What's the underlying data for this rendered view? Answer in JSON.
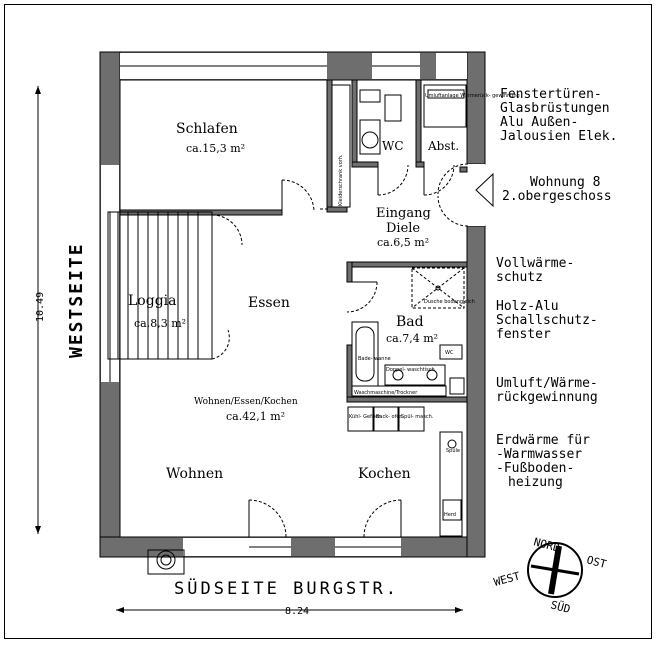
{
  "rooms": {
    "schlafen": {
      "name": "Schlafen",
      "area": "ca.15,3 m²"
    },
    "eingang": {
      "name1": "Eingang",
      "name2": "Diele",
      "area": "ca.6,5 m²"
    },
    "loggia": {
      "name": "Loggia",
      "area": "ca.8,3 m²"
    },
    "essen": {
      "name": "Essen"
    },
    "bad": {
      "name": "Bad",
      "area": "ca.7,4 m²"
    },
    "wohnen_combo": {
      "name": "Wohnen/Essen/Kochen",
      "area": "ca.42,1 m²"
    },
    "wohnen": {
      "name": "Wohnen"
    },
    "kochen": {
      "name": "Kochen"
    },
    "wc": {
      "name": "WC"
    },
    "abst": {
      "name": "Abst."
    }
  },
  "small_labels": {
    "kleiderschrank": "Kleiderschrank vorh.",
    "umluft_box": "Umluftanlage Wärmerück- gewinnung",
    "duschbodengleich": "Dusche bodengleich",
    "badewanne": "Bade- wanne",
    "bad_wc": "WC",
    "waschtisch": "Doppel- waschtisch",
    "waschmaschine": "Waschmaschine/Trockner",
    "kuehl": "Kühl- Gefrier",
    "back": "Back- ofen",
    "spuel": "Spül- masch.",
    "herd": "Herd",
    "spuele": "Spüle"
  },
  "dimensions": {
    "width": "8.24",
    "height": "10.49"
  },
  "sides": {
    "west": "WESTSEITE",
    "south": "SÜDSEITE BURGSTR."
  },
  "apartment": {
    "line1": "Wohnung 8",
    "line2": "2.obergeschoss"
  },
  "features": [
    [
      "Fenstertüren-",
      "Glasbrüstungen",
      "Alu Außen-",
      "Jalousien Elek."
    ],
    [
      "Vollwärme-",
      "schutz"
    ],
    [
      "Holz-Alu",
      "Schallschutz-",
      "fenster"
    ],
    [
      "Umluft/Wärme-",
      "rückgewinnung"
    ],
    [
      "Erdwärme für",
      "-Warmwasser",
      "-Fußboden-",
      "heizung"
    ]
  ],
  "compass": {
    "north": "NORD",
    "east": "OST",
    "south": "SÜD",
    "west": "WEST"
  }
}
